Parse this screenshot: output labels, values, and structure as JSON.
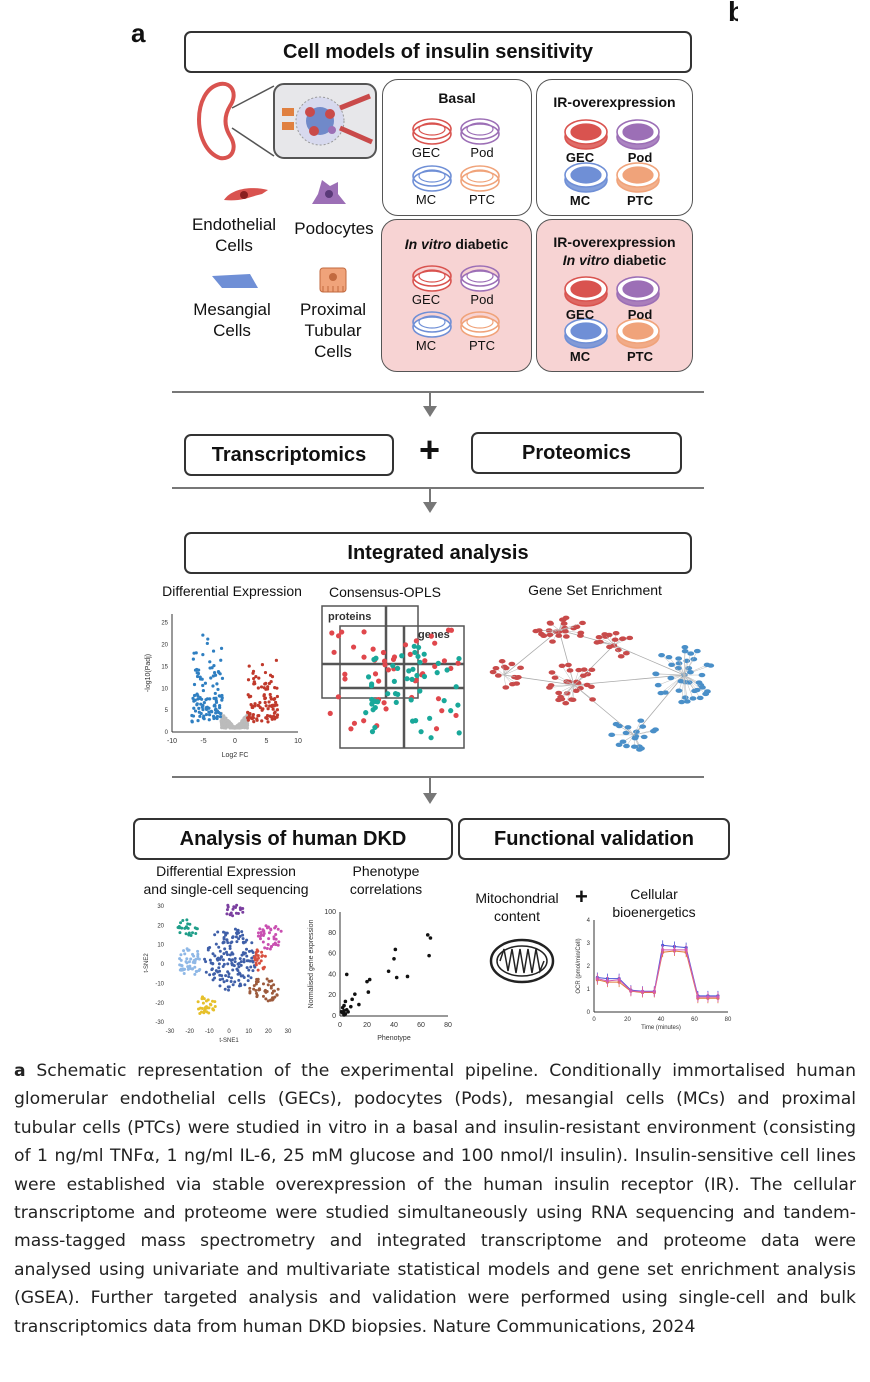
{
  "panel_letter": "a",
  "cut_letter": "b",
  "header": {
    "title": "Cell models of insulin sensitivity"
  },
  "cell_types": {
    "endothelial": "Endothelial\nCells",
    "podocytes": "Podocytes",
    "mesangial": "Mesangial\nCells",
    "proximal": "Proximal\nTubular\nCells"
  },
  "conditions": [
    {
      "title": "Basal",
      "style": "plain"
    },
    {
      "title": "IR-overexpression",
      "style": "bold-labels"
    },
    {
      "title_italic": "In vitro",
      "title_rest": " diabetic",
      "style": "pink"
    },
    {
      "title_line1": "IR-overexpression",
      "title_italic": "In vitro",
      "title_rest": " diabetic",
      "style": "pink-bold"
    }
  ],
  "dish_labels": [
    "GEC",
    "Pod",
    "MC",
    "PTC"
  ],
  "omics": {
    "left": "Transcriptomics",
    "plus": "+",
    "right": "Proteomics"
  },
  "integrated": {
    "title": "Integrated analysis",
    "diff_expr_title": "Differential Expression",
    "opls_title": "Consensus-OPLS",
    "gsea_title": "Gene Set Enrichment",
    "opls_proteins": "proteins",
    "opls_genes": "genes",
    "volcano": {
      "ylabel": "-log10(Padj)",
      "xlabel": "Log2 FC",
      "xticks": [
        "-10",
        "-5",
        "0",
        "5",
        "10"
      ],
      "yticks": [
        "0",
        "5",
        "10",
        "15",
        "20",
        "25"
      ]
    }
  },
  "human": {
    "title": "Analysis of human DKD",
    "de_title": "Differential Expression\nand single-cell sequencing",
    "pheno_title": "Phenotype\ncorrelations",
    "tsne": {
      "xlabel": "t-SNE1",
      "ylabel": "t-SNE2",
      "xticks": [
        "-30",
        "-20",
        "-10",
        "0",
        "10",
        "20",
        "30"
      ],
      "yticks": [
        "30",
        "20",
        "10",
        "0",
        "-10",
        "-20",
        "-30"
      ]
    },
    "scatter": {
      "xlabel": "Phenotype",
      "ylabel": "Normalised gene expression",
      "xticks": [
        "0",
        "20",
        "40",
        "60",
        "80"
      ],
      "yticks": [
        "0",
        "20",
        "40",
        "60",
        "80",
        "100"
      ]
    }
  },
  "functional": {
    "title": "Functional validation",
    "mito": "Mitochondrial\ncontent",
    "plus": "+",
    "bioenergetics": "Cellular\nbioenergetics",
    "ocr": {
      "xlabel": "Time (minutes)",
      "ylabel": "OCR (pmol/min/Cell)",
      "xticks": [
        "0",
        "20",
        "40",
        "60",
        "80"
      ],
      "yticks": [
        "0",
        "1",
        "2",
        "3",
        "4"
      ]
    }
  },
  "caption": {
    "label": "a",
    "text": " Schematic representation of the experimental pipeline. Conditionally immortalised human glomerular endothelial cells (GECs), podocytes (Pods), mesangial cells (MCs) and proximal tubular cells (PTCs) were studied in vitro in a basal and insulin-resistant environment (consisting of 1 ng/ml TNFα, 1 ng/ml IL-6, 25 mM glucose and 100 nmol/l insulin). Insulin-sensitive cell lines were established via stable overexpression of the human insulin receptor (IR). The cellular transcriptome and proteome were studied simultaneously using RNA sequencing and tandem-mass-tagged mass spectrometry and integrated transcriptome and proteome data were analysed using univariate and multivariate statistical models and gene set enrichment analysis (GSEA). Further targeted analysis and validation were performed using single-cell and bulk transcriptomics data from human DKD biopsies. Nature Communications, 2024"
  },
  "colors": {
    "pink_panel": "#f7d3d3",
    "gec": "#d9534f",
    "pod": "#9c6fb6",
    "mc": "#6f8fd6",
    "ptc": "#f0a37a",
    "volcano_up": "#c0392b",
    "volcano_down": "#2f7fc1",
    "teal": "#19a89a"
  }
}
